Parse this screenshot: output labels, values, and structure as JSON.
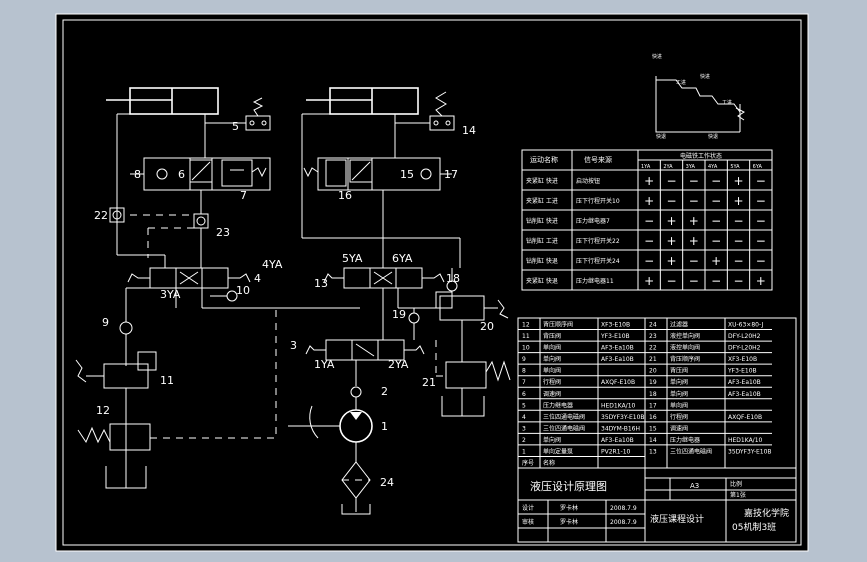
{
  "title_block": {
    "drawing_title": "液压设计原理图",
    "course": "液压课程设计",
    "school": "嘉技化学院",
    "class": "05机制3班",
    "row_design": {
      "label": "设计",
      "name": "罗卡林",
      "date": "2008.7.9"
    },
    "row_check": {
      "label": "审核",
      "name": "罗卡林",
      "date": "2008.7.9"
    },
    "sheet_size": "A3",
    "scale_label": "比例",
    "sheet_label": "第1张"
  },
  "component_labels": [
    "1",
    "2",
    "3",
    "4",
    "5",
    "6",
    "7",
    "8",
    "9",
    "10",
    "11",
    "12",
    "13",
    "14",
    "15",
    "16",
    "17",
    "18",
    "19",
    "20",
    "21",
    "22",
    "23",
    "24"
  ],
  "solenoid_labels": [
    "1YA",
    "2YA",
    "3YA",
    "4YA",
    "5YA",
    "6YA"
  ],
  "cycle_diagram": {
    "labels": [
      "快进",
      "工进",
      "快进",
      "工进",
      "快退",
      "快退"
    ]
  },
  "solenoid_table": {
    "header_action": "运动名称",
    "header_signal": "信号来源",
    "header_group": "电磁铁工作状态",
    "columns": [
      "1YA",
      "2YA",
      "3YA",
      "4YA",
      "5YA",
      "6YA"
    ],
    "rows": [
      {
        "action": "夹紧缸 快进",
        "signal": "启动按钮",
        "states": [
          "+",
          "−",
          "−",
          "−",
          "+",
          "−"
        ]
      },
      {
        "action": "夹紧缸 工进",
        "signal": "压下行程开关10",
        "states": [
          "+",
          "−",
          "−",
          "−",
          "+",
          "−"
        ]
      },
      {
        "action": "钻削缸 快进",
        "signal": "压力继电器7",
        "states": [
          "−",
          "+",
          "+",
          "−",
          "−",
          "−"
        ]
      },
      {
        "action": "钻削缸 工进",
        "signal": "压下行程开关22",
        "states": [
          "−",
          "+",
          "+",
          "−",
          "−",
          "−"
        ]
      },
      {
        "action": "钻削缸 快退",
        "signal": "压下行程开关24",
        "states": [
          "−",
          "+",
          "−",
          "+",
          "−",
          "−"
        ]
      },
      {
        "action": "夹紧缸 快退",
        "signal": "压力继电器11",
        "states": [
          "+",
          "−",
          "−",
          "−",
          "−",
          "+"
        ]
      }
    ]
  },
  "parts_list": {
    "left": [
      {
        "no": "12",
        "name": "背压顺序阀",
        "model": "XF3-E10B"
      },
      {
        "no": "11",
        "name": "背压阀",
        "model": "YF3-E10B"
      },
      {
        "no": "10",
        "name": "单向阀",
        "model": "AF3-Ea10B"
      },
      {
        "no": "9",
        "name": "单向阀",
        "model": "AF3-Ea10B"
      },
      {
        "no": "8",
        "name": "单向阀",
        "model": ""
      },
      {
        "no": "7",
        "name": "行程阀",
        "model": "AXQF-E10B"
      },
      {
        "no": "6",
        "name": "调速阀",
        "model": ""
      },
      {
        "no": "5",
        "name": "压力继电器",
        "model": "HED1KA/10"
      },
      {
        "no": "4",
        "name": "三位四通电磁阀",
        "model": "35DYF3Y-E10B"
      },
      {
        "no": "3",
        "name": "三位四通电磁阀",
        "model": "34DYM-B16H"
      },
      {
        "no": "2",
        "name": "单向阀",
        "model": "AF3-Ea10B"
      },
      {
        "no": "1",
        "name": "单向定量泵",
        "model": "PV2R1-10"
      },
      {
        "no": "序号",
        "name": "名称",
        "model": ""
      }
    ],
    "right": [
      {
        "no": "24",
        "name": "过滤器",
        "model": "XU-63×80-J"
      },
      {
        "no": "23",
        "name": "液控单向阀",
        "model": "DFY-L20H2"
      },
      {
        "no": "22",
        "name": "液控单向阀",
        "model": "DFY-L20H2"
      },
      {
        "no": "21",
        "name": "背压顺序阀",
        "model": "XF3-E10B"
      },
      {
        "no": "20",
        "name": "背压阀",
        "model": "YF3-E10B"
      },
      {
        "no": "19",
        "name": "单向阀",
        "model": "AF3-Ea10B"
      },
      {
        "no": "18",
        "name": "单向阀",
        "model": "AF3-Ea10B"
      },
      {
        "no": "17",
        "name": "单向阀",
        "model": ""
      },
      {
        "no": "16",
        "name": "行程阀",
        "model": "AXQF-E10B"
      },
      {
        "no": "15",
        "name": "调速阀",
        "model": ""
      },
      {
        "no": "14",
        "name": "压力继电器",
        "model": "HED1KA/10"
      },
      {
        "no": "13",
        "name": "三位四通电磁阀",
        "model": "35DYF3Y-E10B"
      }
    ]
  }
}
